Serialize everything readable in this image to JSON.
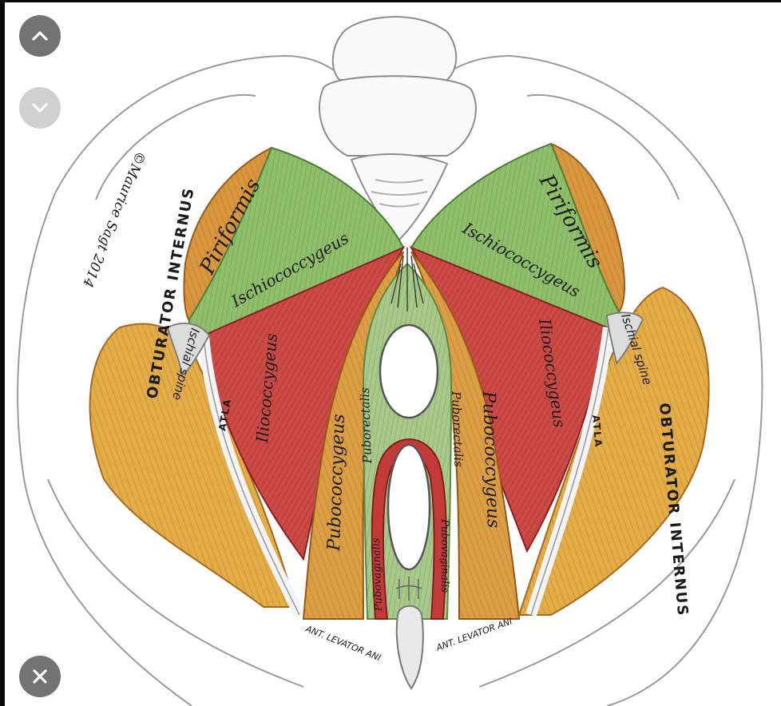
{
  "controls": {
    "prev_icon": "chevron-up-icon",
    "next_icon": "chevron-down-icon",
    "close_icon": "close-icon"
  },
  "colors": {
    "obturator": "#e2ac47",
    "piriformis": "#d8963e",
    "ischiococcygeus": "#8fbf6a",
    "iliococcygeus": "#cc4a45",
    "pubococcygeus": "#dc9e45",
    "puborectalis": "#a8c98a",
    "pubovaginalis": "#c43a38"
  },
  "labels": {
    "signature": "©Maurice Sagt 2014",
    "piriformis_left": "Piriformis",
    "piriformis_right": "Piriformis",
    "ischio_left": "Ischiococcygeus",
    "ischio_right": "Ischiococcygeus",
    "ischial_spine_left": "Ischial spine",
    "ischial_spine_right": "Ischial spine",
    "obturator_left": "OBTURATOR INTERNUS",
    "obturator_right": "OBTURATOR INTERNUS",
    "atla_left": "ATLA",
    "atla_right": "ATLA",
    "ilio_left": "Iliococcygeus",
    "ilio_right": "Iliococcygeus",
    "pubo_left": "Pubococcygeus",
    "pubo_right": "Pubococcygeus",
    "puborectalis_left": "Puborectalis",
    "puborectalis_right": "Puborectalis",
    "pubovaginalis_left": "Pubovaginalis",
    "pubovaginalis_right": "Pubovaginalis",
    "ant_levator_left": "ANT. LEVATOR ANI",
    "ant_levator_right": "ANT. LEVATOR ANI"
  }
}
